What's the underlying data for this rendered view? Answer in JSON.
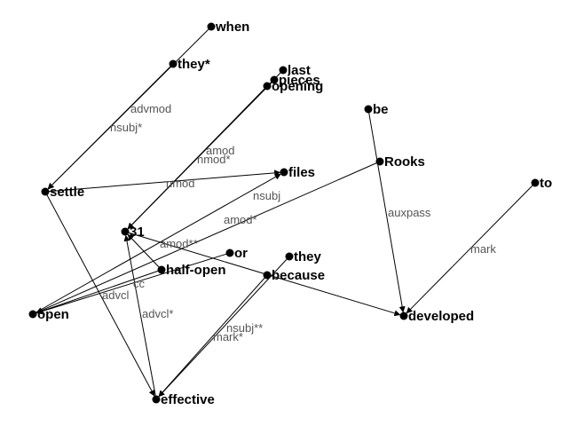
{
  "colors": {
    "background": "#ffffff",
    "node": "#000000",
    "edge": "#000000",
    "edge_label": "#555555"
  },
  "nodes": {
    "when": "when",
    "they_star": "they*",
    "last": "last",
    "pieces": "pieces",
    "opening": "opening",
    "be": "be",
    "rooks": "Rooks",
    "to": "to",
    "settle": "settle",
    "files": "files",
    "n31": "31",
    "or": "or",
    "they": "they",
    "half_open": "half-open",
    "because": "because",
    "open": "open",
    "developed": "developed",
    "effective": "effective"
  },
  "edges": [
    {
      "id": "when-settle",
      "from": "when",
      "to": "settle",
      "label": "advmod"
    },
    {
      "id": "theystar-settle",
      "from": "they_star",
      "to": "settle",
      "label": "nsubj*"
    },
    {
      "id": "opening-n31",
      "from": "opening",
      "to": "n31",
      "label": "amod"
    },
    {
      "id": "pieces-n31",
      "from": "pieces",
      "to": "n31",
      "label": "nmod*"
    },
    {
      "id": "last-n31",
      "from": "last",
      "to": "n31",
      "label": ""
    },
    {
      "id": "settle-files",
      "from": "settle",
      "to": "files",
      "label": "nmod"
    },
    {
      "id": "rooks-open",
      "from": "rooks",
      "to": "open",
      "label": "nsubj"
    },
    {
      "id": "open-files",
      "from": "open",
      "to": "files",
      "label": "amod*"
    },
    {
      "id": "halfopen-n31",
      "from": "half_open",
      "to": "n31",
      "label": "amod**"
    },
    {
      "id": "or-open",
      "from": "or",
      "to": "open",
      "label": "cc"
    },
    {
      "id": "halfopen-open",
      "from": "half_open",
      "to": "open",
      "label": "advcl"
    },
    {
      "id": "n31-developed",
      "from": "n31",
      "to": "developed",
      "label": ""
    },
    {
      "id": "be-developed",
      "from": "be",
      "to": "developed",
      "label": "auxpass"
    },
    {
      "id": "to-developed",
      "from": "to",
      "to": "developed",
      "label": "mark"
    },
    {
      "id": "settle-effective",
      "from": "settle",
      "to": "effective",
      "label": ""
    },
    {
      "id": "effective-n31",
      "from": "effective",
      "to": "n31",
      "label": "advcl*"
    },
    {
      "id": "they-effective",
      "from": "they",
      "to": "effective",
      "label": "nsubj**"
    },
    {
      "id": "because-effective",
      "from": "because",
      "to": "effective",
      "label": "mark*"
    }
  ]
}
